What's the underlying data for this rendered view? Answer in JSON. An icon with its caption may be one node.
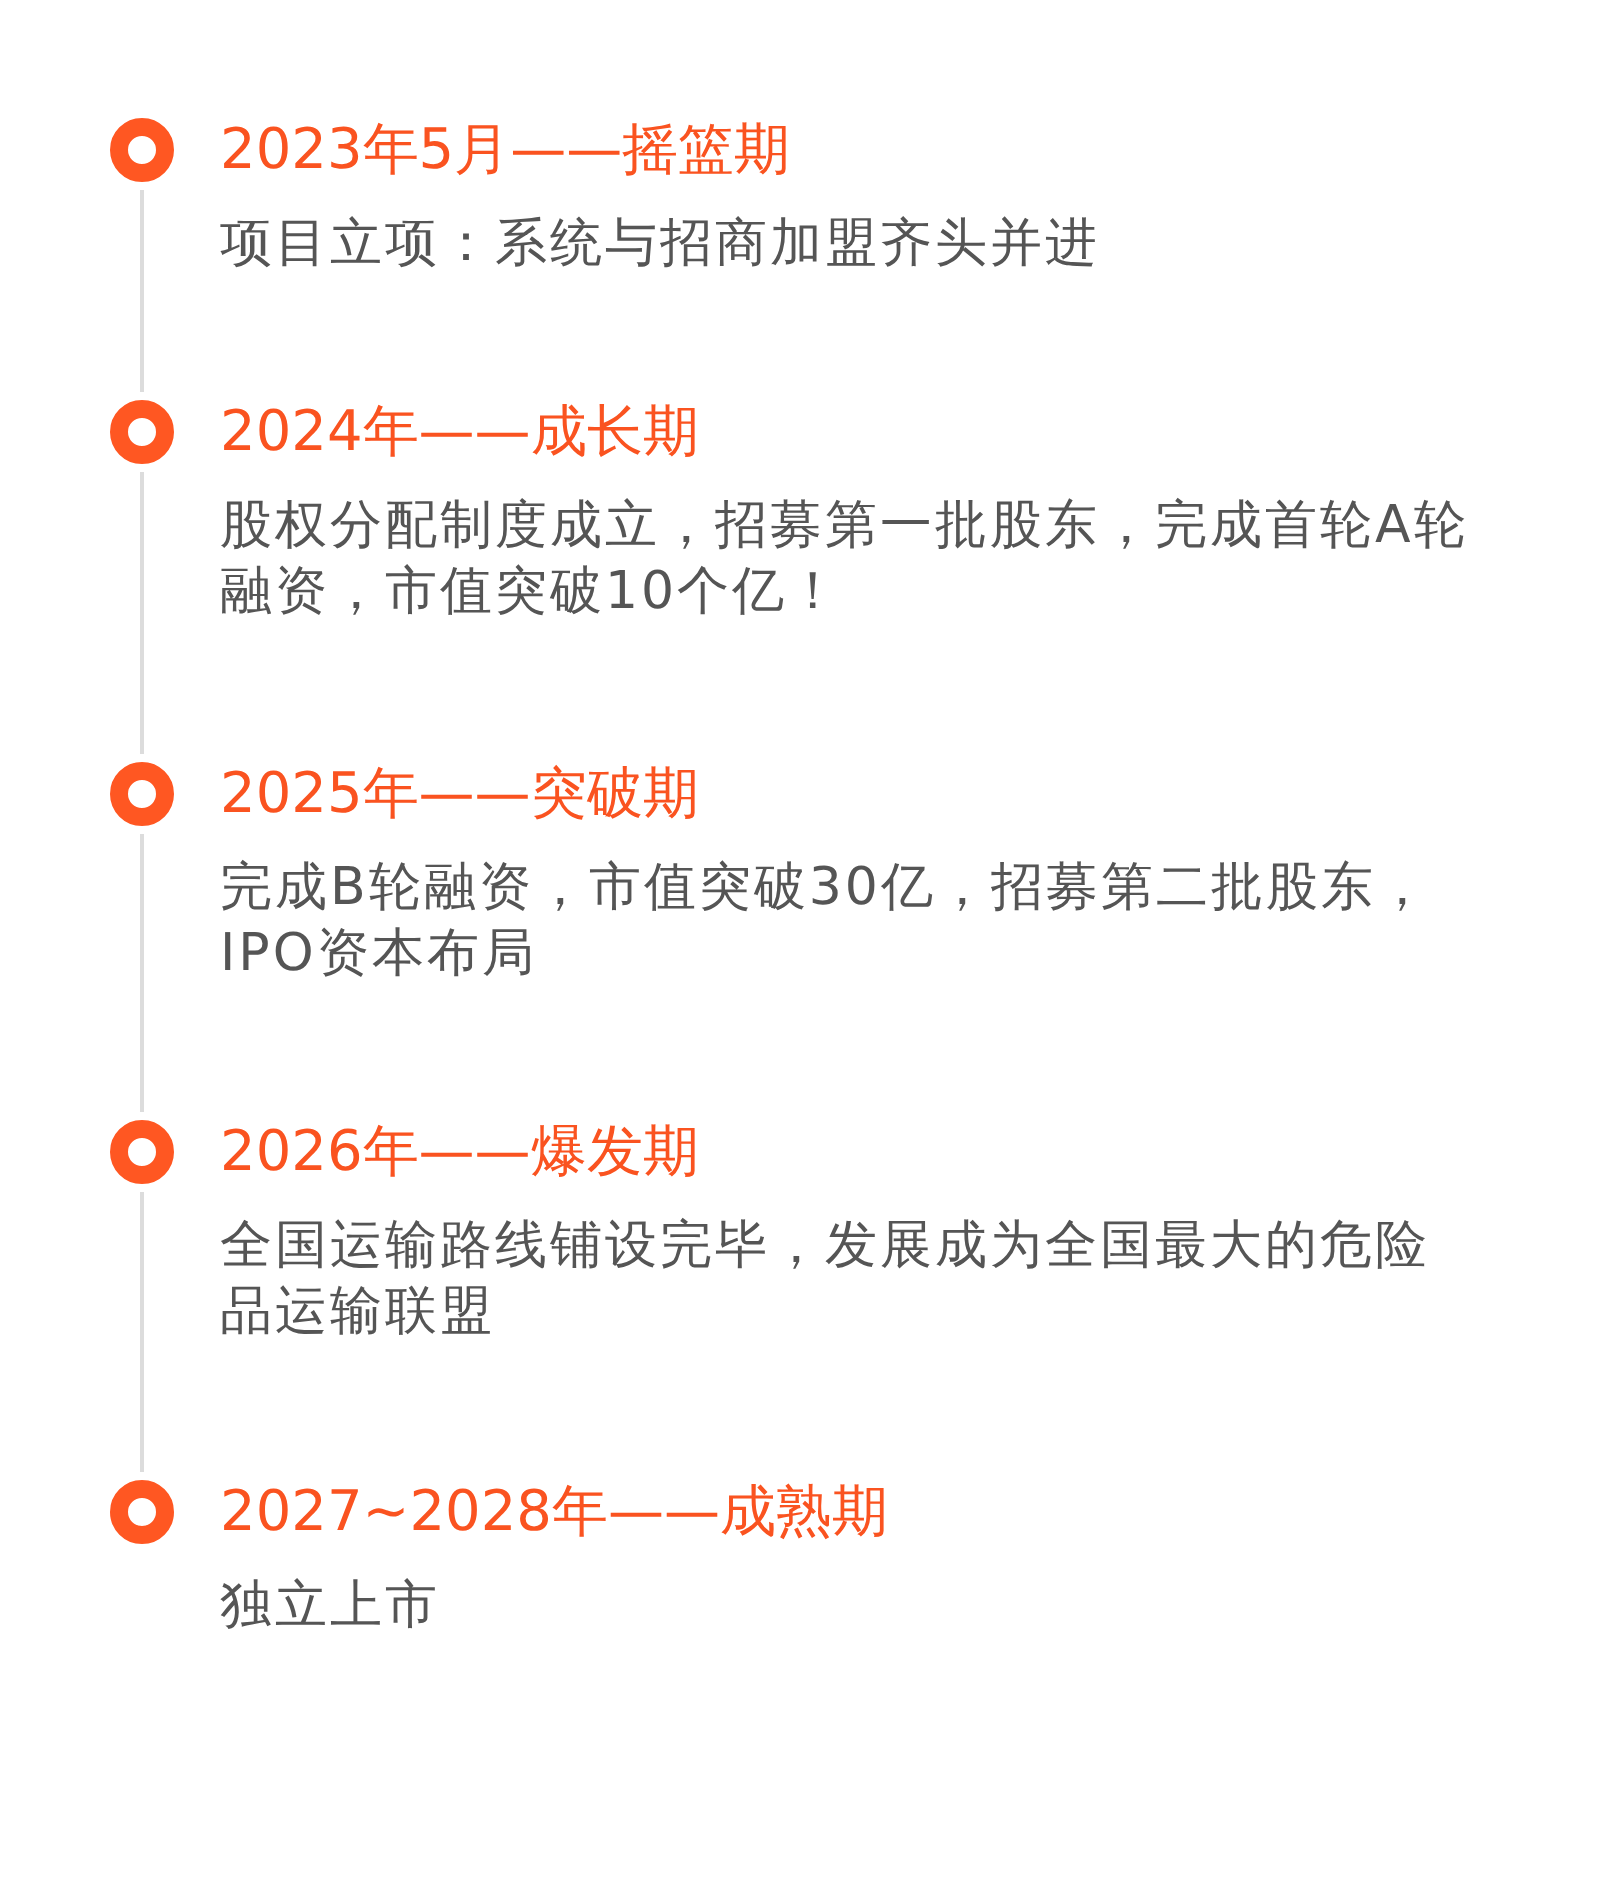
{
  "diagram": {
    "nodes": [
      {
        "text": [],
        "shape": "circle",
        "beside": [
          "2023年5月——摇篮期",
          "项目立项：系统与招商加盟齐头并进"
        ]
      },
      {
        "text": [],
        "shape": "circle",
        "beside": [
          "2024年——成长期",
          "股权分配制度成立，招募第一批股东，完成首轮A轮融资，市值突破10个亿！"
        ]
      },
      {
        "text": [],
        "shape": "circle",
        "beside": [
          "2025年——突破期",
          "完成B轮融资，市值突破30亿，招募第二批股东，IPO资本布局"
        ]
      },
      {
        "text": [],
        "shape": "circle",
        "beside": [
          "2026年——爆发期",
          "全国运输路线铺设完毕，发展成为全国最大的危险品运输联盟"
        ]
      },
      {
        "text": [],
        "shape": "circle",
        "beside": [
          "2027~2028年——成熟期",
          "独立上市"
        ]
      }
    ],
    "edges": [
      {
        "from": 0,
        "to": 1,
        "arrow": "none"
      },
      {
        "from": 1,
        "to": 2,
        "arrow": "none"
      },
      {
        "from": 2,
        "to": 3,
        "arrow": "none"
      },
      {
        "from": 3,
        "to": 4,
        "arrow": "none"
      }
    ]
  }
}
